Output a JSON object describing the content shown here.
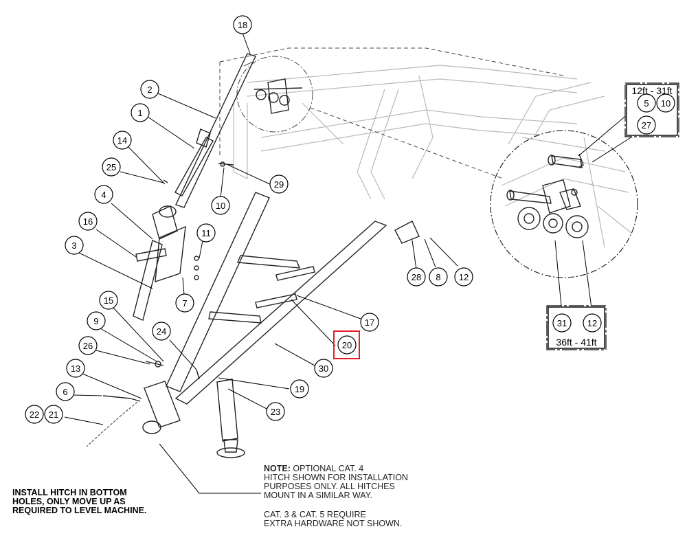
{
  "balloons": {
    "b18": "18",
    "b2": "2",
    "b1": "1",
    "b14": "14",
    "b25": "25",
    "b29": "29",
    "b10a": "10",
    "b4": "4",
    "b16": "16",
    "b11": "11",
    "b3": "3",
    "b7": "7",
    "b15": "15",
    "b9": "9",
    "b24": "24",
    "b26": "26",
    "b13": "13",
    "b6": "6",
    "b22": "22",
    "b21": "21",
    "b28": "28",
    "b8a": "8",
    "b12a": "12",
    "b17": "17",
    "b20": "20",
    "b30": "30",
    "b19": "19",
    "b23": "23",
    "b5": "5",
    "b10b": "10",
    "b27": "27",
    "b31": "31",
    "b12b": "12"
  },
  "highlight_balloon": "20",
  "highlight_color": "#e31e24",
  "detail_box_top": {
    "label": "12ft - 31ft"
  },
  "detail_box_bottom": {
    "label": "36ft - 41ft"
  },
  "notes": {
    "left": "INSTALL HITCH IN BOTTOM\nHOLES, ONLY MOVE UP AS\nREQUIRED TO LEVEL MACHINE.",
    "right_bold": "NOTE:",
    "right_text": " OPTIONAL CAT. 4\nHITCH SHOWN FOR INSTALLATION\nPURPOSES ONLY. ALL HITCHES\nMOUNT IN A SIMILAR WAY.",
    "right_text2": "CAT. 3 & CAT. 5 REQUIRE\nEXTRA HARDWARE NOT SHOWN."
  }
}
